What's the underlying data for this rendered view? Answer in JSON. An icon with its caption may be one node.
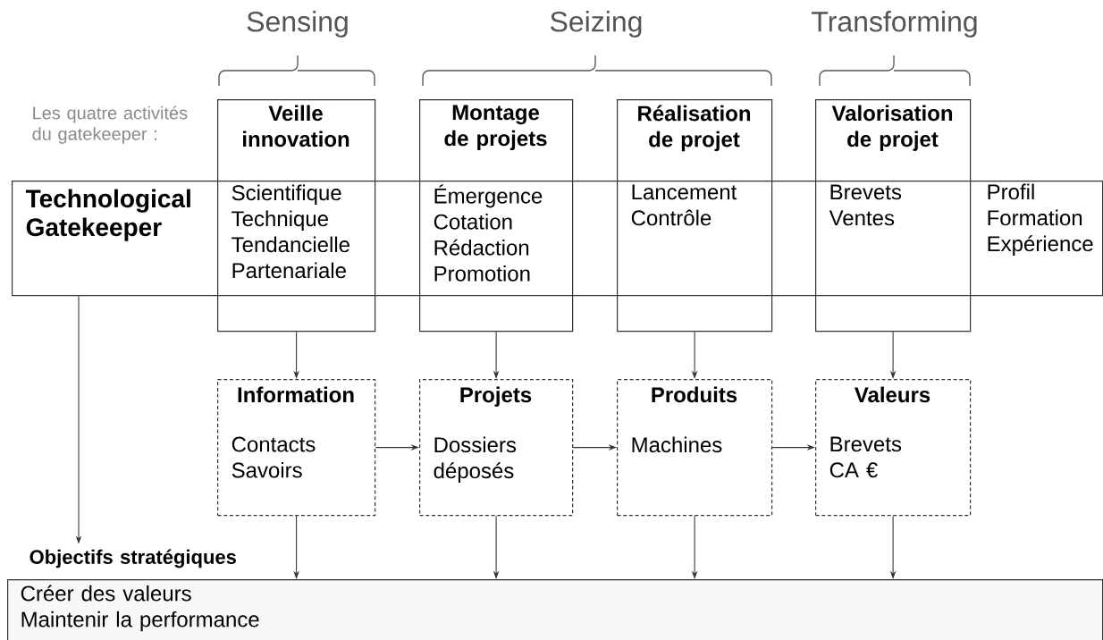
{
  "diagram": {
    "nodes": [
      {
        "text": [
          "Technological Gatekeeper",
          "Profil Formation Expérience"
        ]
      },
      {
        "text": [
          "Veille innovation",
          "Scientifique Technique Tendancielle Partenariale"
        ]
      },
      {
        "text": [
          "Montage de projets",
          "Émergence Cotation Rédaction Promotion"
        ]
      },
      {
        "text": [
          "Réalisation de projet",
          "Lancement Contrôle"
        ]
      },
      {
        "text": [
          "Valorisation de projet",
          "Brevets Ventes"
        ]
      },
      {
        "text": [
          "Information",
          "Contacts Savoirs"
        ]
      },
      {
        "text": [
          "Projets",
          "Dossiers déposés"
        ]
      },
      {
        "text": [
          "Produits",
          "Machines"
        ]
      },
      {
        "text": [
          "Valeurs",
          "Brevets CA €"
        ]
      },
      {
        "text": [
          "Objectifs stratégiques",
          "Créer des valeurs Maintenir la performance"
        ]
      }
    ],
    "edges": [
      {
        "from": 1,
        "to": 5,
        "arrow": "to"
      },
      {
        "from": 2,
        "to": 6,
        "arrow": "to"
      },
      {
        "from": 3,
        "to": 7,
        "arrow": "to"
      },
      {
        "from": 4,
        "to": 8,
        "arrow": "to"
      },
      {
        "from": 5,
        "to": 6,
        "arrow": "to"
      },
      {
        "from": 6,
        "to": 7,
        "arrow": "to"
      },
      {
        "from": 7,
        "to": 8,
        "arrow": "to"
      },
      {
        "from": 0,
        "to": 9,
        "arrow": "to"
      },
      {
        "from": 5,
        "to": 9,
        "arrow": "to"
      },
      {
        "from": 6,
        "to": 9,
        "arrow": "to"
      },
      {
        "from": 7,
        "to": 9,
        "arrow": "to"
      },
      {
        "from": 8,
        "to": 9,
        "arrow": "to"
      }
    ],
    "labels": [
      "Sensing",
      "Seizing",
      "Transforming",
      "Les quatre activités du gatekeeper :"
    ]
  }
}
